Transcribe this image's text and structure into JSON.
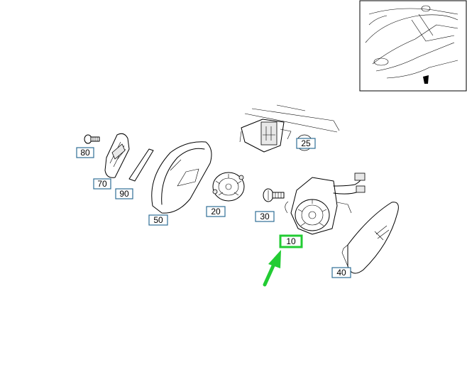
{
  "diagram": {
    "callouts": [
      {
        "id": "80",
        "label": "80"
      },
      {
        "id": "70",
        "label": "70"
      },
      {
        "id": "90",
        "label": "90"
      },
      {
        "id": "50",
        "label": "50"
      },
      {
        "id": "20",
        "label": "20"
      },
      {
        "id": "25",
        "label": "25"
      },
      {
        "id": "30",
        "label": "30"
      },
      {
        "id": "10",
        "label": "10"
      },
      {
        "id": "40",
        "label": "40"
      }
    ],
    "highlight": {
      "target": "10",
      "color": "#22cc33"
    },
    "callout_color": "#2f6f96"
  }
}
